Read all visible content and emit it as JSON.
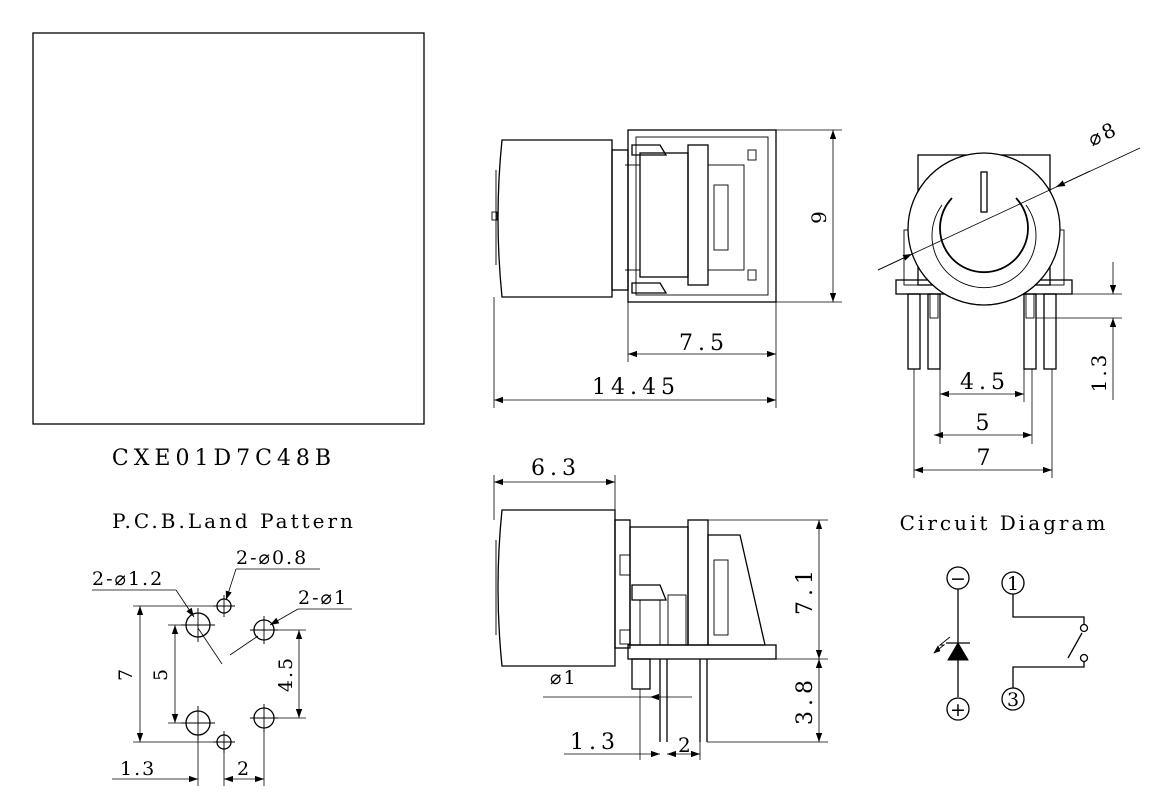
{
  "model_number": "CXE01D7C48B",
  "pcb_land_pattern": {
    "title": "P.C.B.Land Pattern",
    "hole_large": "2-⌀1.2",
    "hole_small": "2-⌀0.8",
    "hole_medium": "2-⌀1",
    "dim_7": "7",
    "dim_5": "5",
    "dim_4_5": "4.5",
    "dim_1_3": "1.3",
    "dim_2": "2"
  },
  "side_view": {
    "dim_9": "9",
    "dim_7_5": "7.5",
    "dim_14_45": "14.45"
  },
  "front_view": {
    "dia_8": "⌀8",
    "dim_1_3": "1.3",
    "dim_4_5": "4.5",
    "dim_5": "5",
    "dim_7": "7"
  },
  "bottom_view": {
    "dim_6_3": "6.3",
    "dim_7_1": "7.1",
    "dim_3_8": "3.8",
    "dia_1": "⌀1",
    "dim_1_3": "1.3",
    "dim_2": "2"
  },
  "circuit_diagram": {
    "title": "Circuit Diagram",
    "minus": "−",
    "plus": "+",
    "pin_1": "1",
    "pin_3": "3"
  }
}
